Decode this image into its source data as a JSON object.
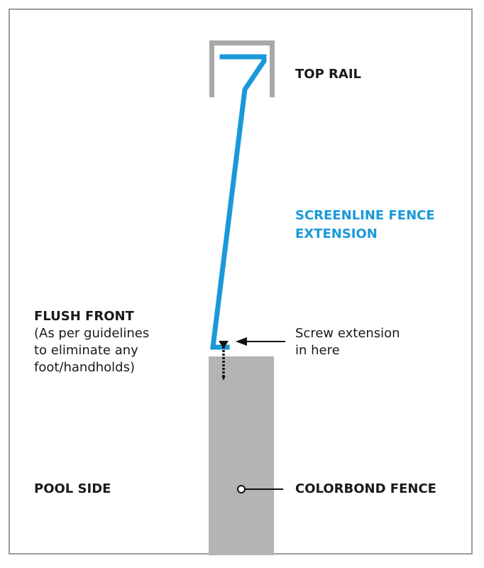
{
  "colors": {
    "extension": "#1a99d9",
    "rail": "#a8a8a8",
    "fence_post": "#b3b4b6",
    "frame": "#9b9b9b",
    "text": "#1a1a1a"
  },
  "labels": {
    "top_rail": "TOP RAIL",
    "extension_line1": "SCREENLINE FENCE",
    "extension_line2": "EXTENSION",
    "flush_front_title": "FLUSH FRONT",
    "flush_front_line1": "(As per guidelines",
    "flush_front_line2": "to eliminate any",
    "flush_front_line3": "foot/handholds)",
    "screw_line1": "Screw extension",
    "screw_line2": "in here",
    "pool_side": "POOL SIDE",
    "colorbond_fence": "COLORBOND FENCE"
  }
}
